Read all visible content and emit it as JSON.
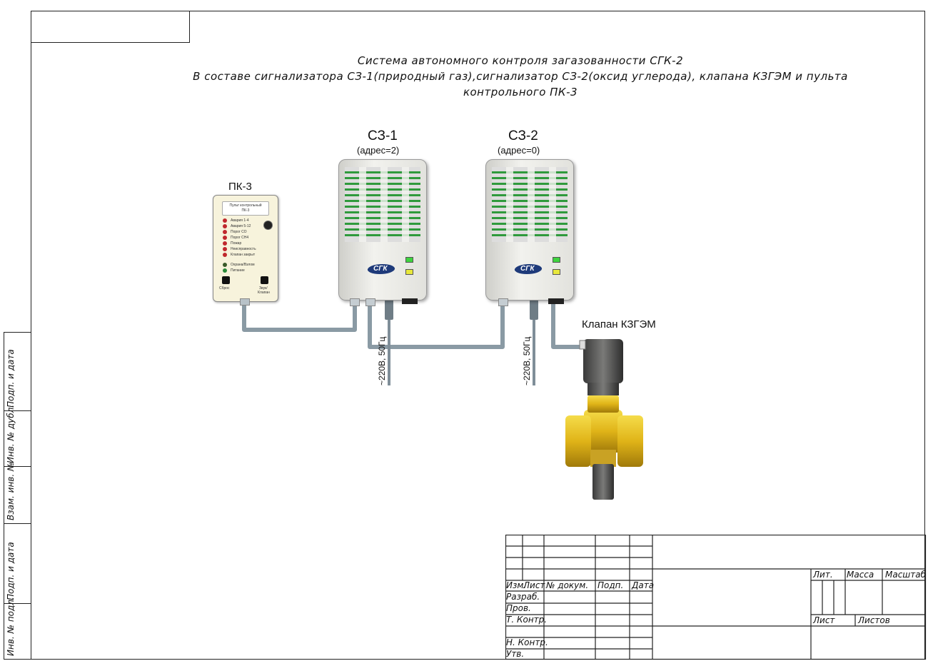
{
  "title": {
    "line1": "Система автономного контроля загазованности СГК-2",
    "line2": "В составе сигнализатора СЗ-1(природный газ),сигнализатор СЗ-2(оксид углерода), клапана КЗГЭМ и пульта",
    "line3": "контрольного ПК-3"
  },
  "devices": {
    "sz1": {
      "name": "СЗ-1",
      "address": "(адрес=2)",
      "logo": "СГК"
    },
    "sz2": {
      "name": "СЗ-2",
      "address": "(адрес=0)",
      "logo": "СГК"
    },
    "pk3": {
      "name": "ПК-3",
      "panel_title": "Пульт контрольный",
      "panel_subtitle": "ПК-3",
      "indicators": [
        "Авария 1-4",
        "Авария 5-12",
        "Порог СО",
        "Порог СН4",
        "Пожар",
        "Неисправность",
        "Клапан закрыт"
      ],
      "indicators2": [
        "Охрана/Взлом",
        "Питание"
      ],
      "button_reset": "Сброс",
      "button_sound": "Звук/",
      "button_sound2": "Клапан"
    },
    "valve": {
      "name": "Клапан КЗГЭМ"
    }
  },
  "power": {
    "sz1": "~220В, 50Гц",
    "sz2": "~220В, 50Гц"
  },
  "side_stamps": [
    "Подп. и дата",
    "Инв. № дубл.",
    "Взам. инв. №",
    "Подп. и дата",
    "Инв. № подл."
  ],
  "title_block": {
    "headers": [
      "Изм.",
      "Лист",
      "№ докум.",
      "Подп.",
      "Дата"
    ],
    "rows": [
      "Разраб.",
      "Пров.",
      "Т. Контр.",
      "",
      "Н. Контр.",
      "Утв."
    ],
    "lit": "Лит.",
    "mass": "Масса",
    "scale": "Масштаб",
    "sheet": "Лист",
    "sheets": "Листов"
  },
  "colors": {
    "pipe": "#8a9aa4",
    "led_red": "#c0282d",
    "led_green": "#2a8a3a",
    "brass": "#e8c21e",
    "body": "#e6e6e2"
  }
}
